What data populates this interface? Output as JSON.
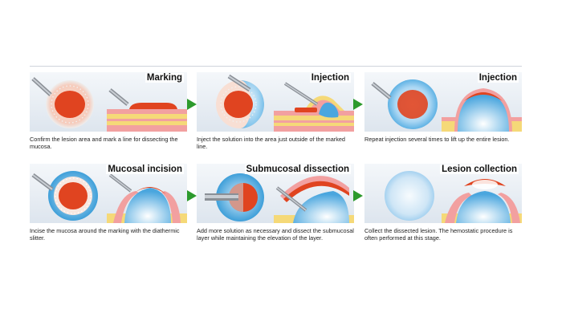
{
  "steps": [
    {
      "title": "Marking",
      "desc": "Confirm the lesion area and mark a line for dissecting the mucosa."
    },
    {
      "title": "Injection",
      "desc": "Inject the solution into the area just outside of the marked line."
    },
    {
      "title": "Injection",
      "desc": "Repeat injection several times to lift up the entire lesion."
    },
    {
      "title": "Mucosal incision",
      "desc": "Incise the mucosa around the marking with the diathermic slitter."
    },
    {
      "title": "Submucosal dissection",
      "desc": "Add more solution as necessary and dissect the submucosal layer while maintaining the elevation of the layer."
    },
    {
      "title": "Lesion collection",
      "desc": "Collect the dissected lesion. The hemostatic procedure is often performed at this stage."
    }
  ],
  "colors": {
    "lesion": "#e04420",
    "fluid": "#4aa6de",
    "mucosa_pink": "#f2a0a0",
    "submucosa_yellow": "#f5d978",
    "arrow_green": "#2c9a2c",
    "panel_bg": "#e9eef4"
  }
}
